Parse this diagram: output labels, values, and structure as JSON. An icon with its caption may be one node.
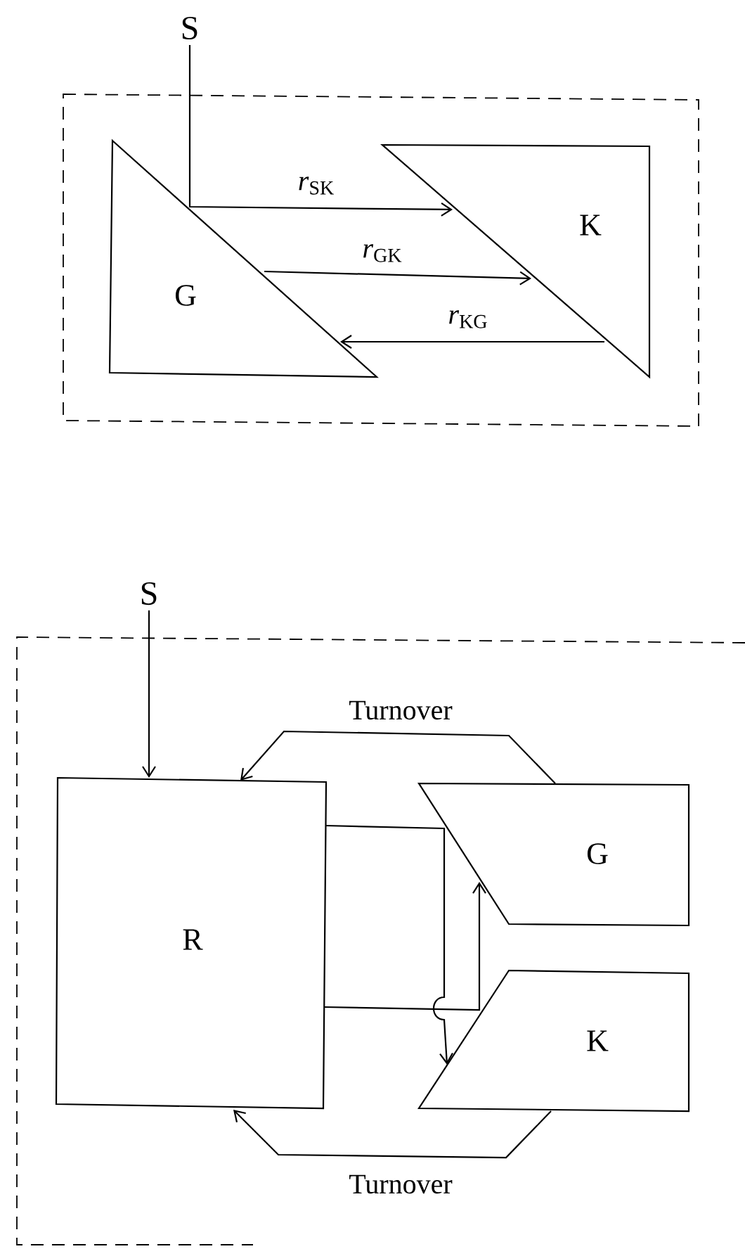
{
  "diagram": {
    "nodes": [
      {
        "text": [
          "S"
        ]
      },
      {
        "text": [],
        "shape": "box"
      },
      {
        "text": [
          "G"
        ],
        "in": 1
      },
      {
        "text": [
          "K"
        ],
        "in": 1
      },
      {
        "text": [
          "S"
        ]
      },
      {
        "text": [],
        "shape": "box"
      },
      {
        "text": [
          "R"
        ],
        "in": 5
      },
      {
        "text": [
          "G"
        ],
        "in": 5
      },
      {
        "text": [
          "K"
        ],
        "in": 5
      }
    ],
    "edges": [
      {
        "from": 0,
        "to": 3,
        "arrow": "to",
        "label": "*r*$_{SK}$"
      },
      {
        "from": 2,
        "to": 3,
        "arrow": "to",
        "label": "*r*$_{GK}$"
      },
      {
        "from": 3,
        "to": 2,
        "arrow": "to",
        "label": "*r*$_{KG}$"
      },
      {
        "from": 4,
        "to": 6,
        "arrow": "to"
      },
      {
        "from": 7,
        "to": 6,
        "arrow": "to",
        "label": "Turnover"
      },
      {
        "from": 8,
        "to": 6,
        "arrow": "to",
        "label": "Turnover"
      },
      {
        "from": 6,
        "to": 8,
        "arrow": "to"
      },
      {
        "from": 6,
        "to": 7,
        "arrow": "to"
      }
    ]
  }
}
